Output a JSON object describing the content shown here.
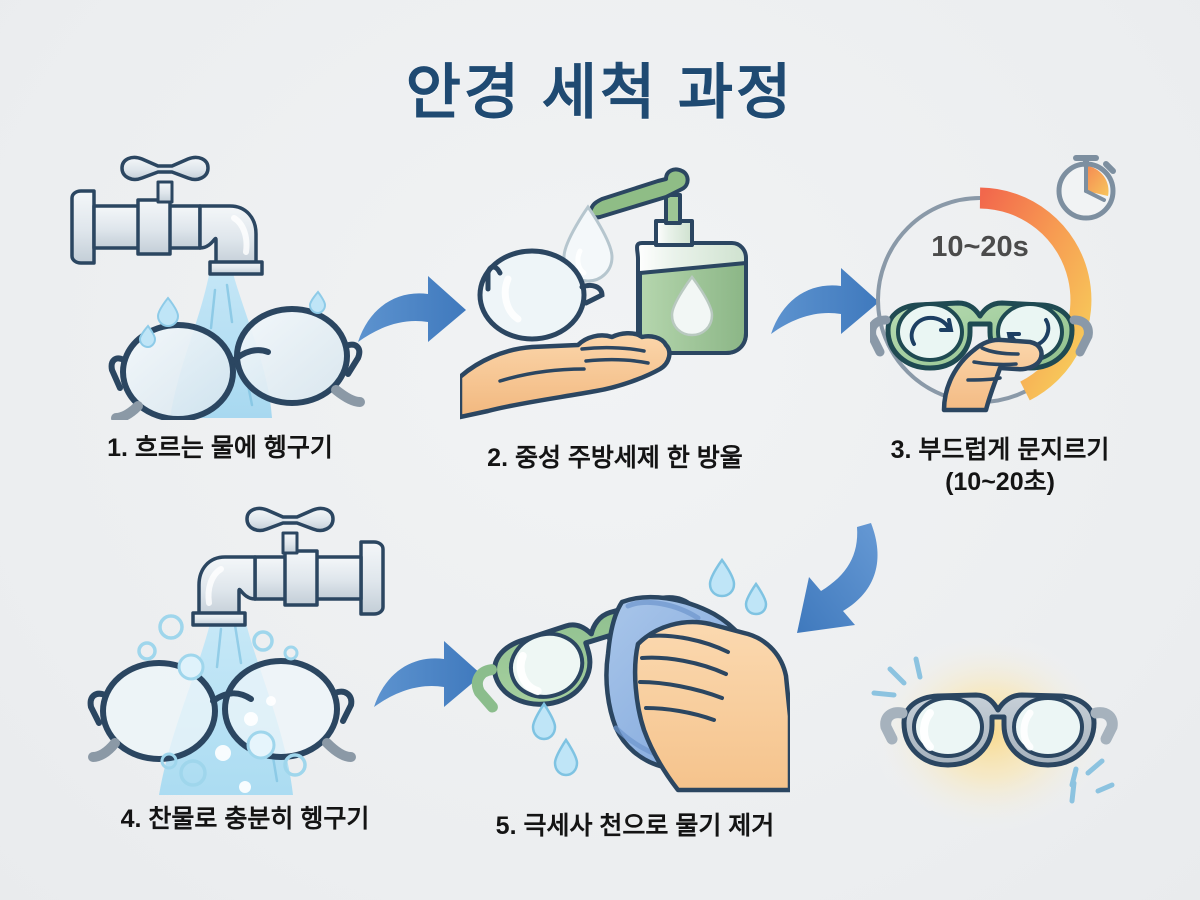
{
  "page": {
    "title": "안경 세척 과정",
    "background_color": "#eef0f2",
    "title_color": "#1f4a72",
    "label_color": "#141414"
  },
  "steps": [
    {
      "number": "1",
      "label": "1. 흐르는 물에 헹구기",
      "label_line2": "",
      "illustration": "faucet-running-water-over-glasses",
      "icon_name": "faucet-icon"
    },
    {
      "number": "2",
      "label": "2. 중성 주방세제 한 방울",
      "label_line2": "",
      "illustration": "hand-holding-lens-with-soap-pump-bottle",
      "icon_name": "soap-bottle-icon"
    },
    {
      "number": "3",
      "label": "3. 부드럽게 문지르기",
      "label_line2": "(10~20초)",
      "illustration": "hand-rubbing-glasses-with-timer-ring",
      "icon_name": "stopwatch-icon",
      "timer_text": "10~20s",
      "timer_text_color": "#4b4b4b"
    },
    {
      "number": "4",
      "label": "4. 찬물로 충분히 헹구기",
      "label_line2": "",
      "illustration": "faucet-cold-water-rinse-with-bubbles",
      "icon_name": "faucet-icon"
    },
    {
      "number": "5",
      "label": "5. 극세사 천으로 물기 제거",
      "label_line2": "",
      "illustration": "hand-wiping-glasses-with-microfiber-cloth",
      "icon_name": "microfiber-cloth-icon"
    }
  ],
  "result": {
    "illustration": "sparkling-clean-glasses",
    "icon_name": "sparkle-glasses-icon"
  },
  "arrows": [
    {
      "name": "arrow-step1-to-step2",
      "direction": "right"
    },
    {
      "name": "arrow-step2-to-step3",
      "direction": "right"
    },
    {
      "name": "arrow-step3-to-step4",
      "direction": "down-left"
    },
    {
      "name": "arrow-step4-to-step5",
      "direction": "right"
    }
  ],
  "palette": {
    "accent_blue": "#4a86c8",
    "navy_outline": "#2b4661",
    "water_blue": "#aadcf2",
    "glasses_grey": "#b9c4cc",
    "glasses_green": "#9cc79a",
    "soap_green": "#8fbd86",
    "skin": "#f7c79a",
    "cloth_blue": "#8fb3e0",
    "timer_red": "#f2674c",
    "timer_yellow": "#f6c95f",
    "glow_yellow": "#f7d98a"
  }
}
